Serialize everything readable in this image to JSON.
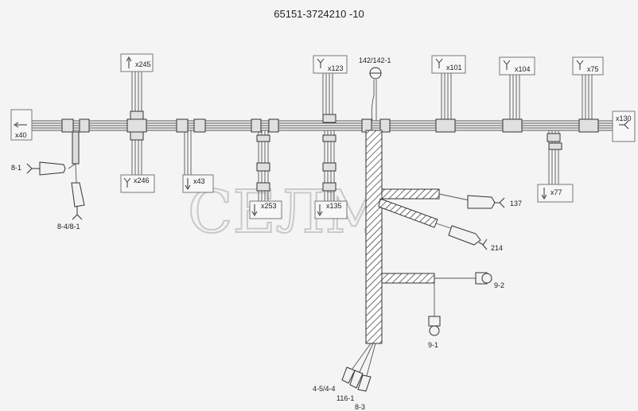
{
  "title": "65151-3724210 -10",
  "watermark": "СЕЛМ",
  "connectors": {
    "x245": "x245",
    "x123": "x123",
    "x101": "x101",
    "x104": "x104",
    "x75": "x75",
    "x40": "x40",
    "x130": "x130",
    "x246": "x246",
    "x43": "x43",
    "x253": "x253",
    "x135": "x135",
    "x77": "x77"
  },
  "parts": {
    "p142": "142/142-1",
    "p8_1": "8-1",
    "p8_4": "8-4/8-1",
    "p137": "137",
    "p214": "214",
    "p9_2": "9-2",
    "p9_1": "9-1",
    "p4_5": "4-5/4-4",
    "p116": "116-1",
    "p8_3": "8-3"
  }
}
